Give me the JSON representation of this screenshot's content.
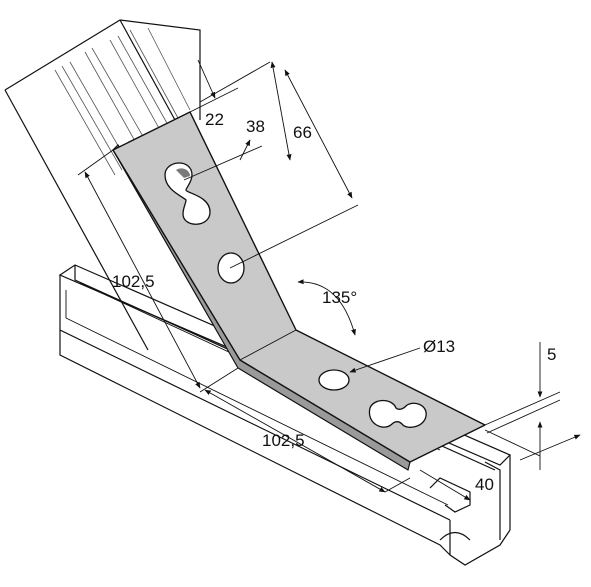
{
  "dimensions": {
    "d22": "22",
    "d38": "38",
    "d66": "66",
    "d102_left": "102,5",
    "d102_bottom": "102,5",
    "angle": "135°",
    "hole_dia": "Ø13",
    "thickness": "5",
    "width": "40"
  },
  "colors": {
    "plate": "#c9c9c9",
    "line": "#111111",
    "background": "#ffffff"
  }
}
